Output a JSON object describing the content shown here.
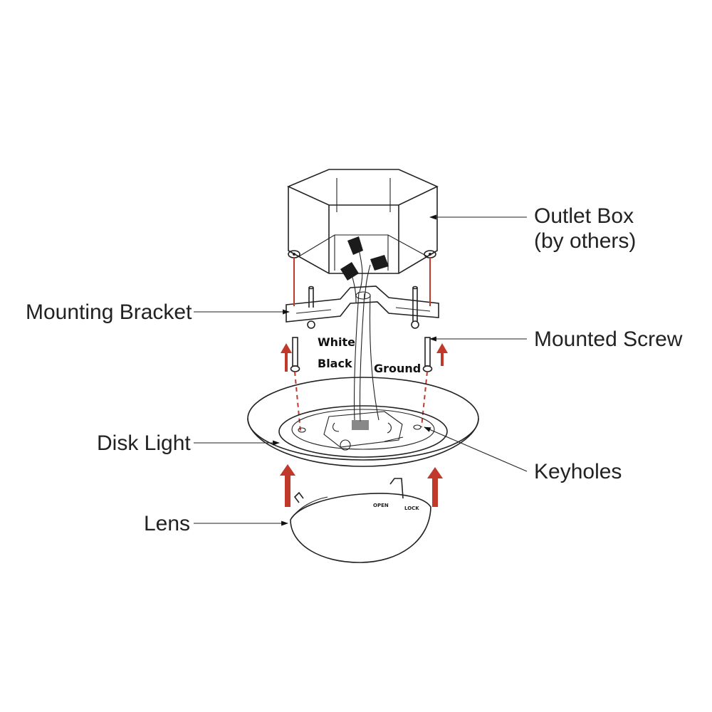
{
  "labels": {
    "outlet_box_line1": "Outlet Box",
    "outlet_box_line2": "(by others)",
    "mounting_bracket": "Mounting Bracket",
    "mounted_screw": "Mounted Screw",
    "disk_light": "Disk Light",
    "keyholes": "Keyholes",
    "lens": "Lens"
  },
  "wires": {
    "white": "White",
    "black": "Black",
    "ground": "Ground"
  },
  "lens_marks": {
    "left": "OPEN",
    "right": "LOCK"
  },
  "colors": {
    "line": "#222222",
    "arrow_red": "#c0392b",
    "background": "#ffffff"
  }
}
